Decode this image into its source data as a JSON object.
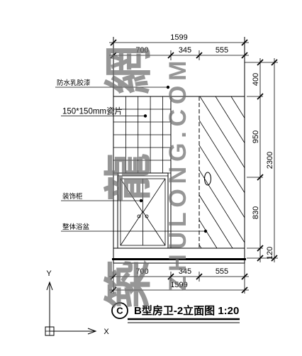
{
  "drawing": {
    "title": "B型房卫-2立面图 1:20",
    "section_marker": "C",
    "labels": {
      "paint": "防水乳胶漆",
      "tile": "150*150mm瓷片",
      "cabinet": "装饰柜",
      "bathtub": "整体浴盆"
    },
    "dimensions": {
      "top": {
        "total": "1599",
        "segments": [
          "700",
          "345",
          "555"
        ]
      },
      "bottom": {
        "total": "1599",
        "segments": [
          "700",
          "345",
          "555"
        ]
      },
      "right": {
        "total": "2300",
        "segments": [
          "400",
          "950",
          "830",
          "120"
        ]
      }
    }
  },
  "axes": {
    "x": "X",
    "y": "Y"
  },
  "watermark": {
    "cn": "築龍網",
    "en": "ZHULONG.COM"
  },
  "colors": {
    "line": "#000000",
    "watermark": "#6e6e6e",
    "background": "#ffffff"
  }
}
